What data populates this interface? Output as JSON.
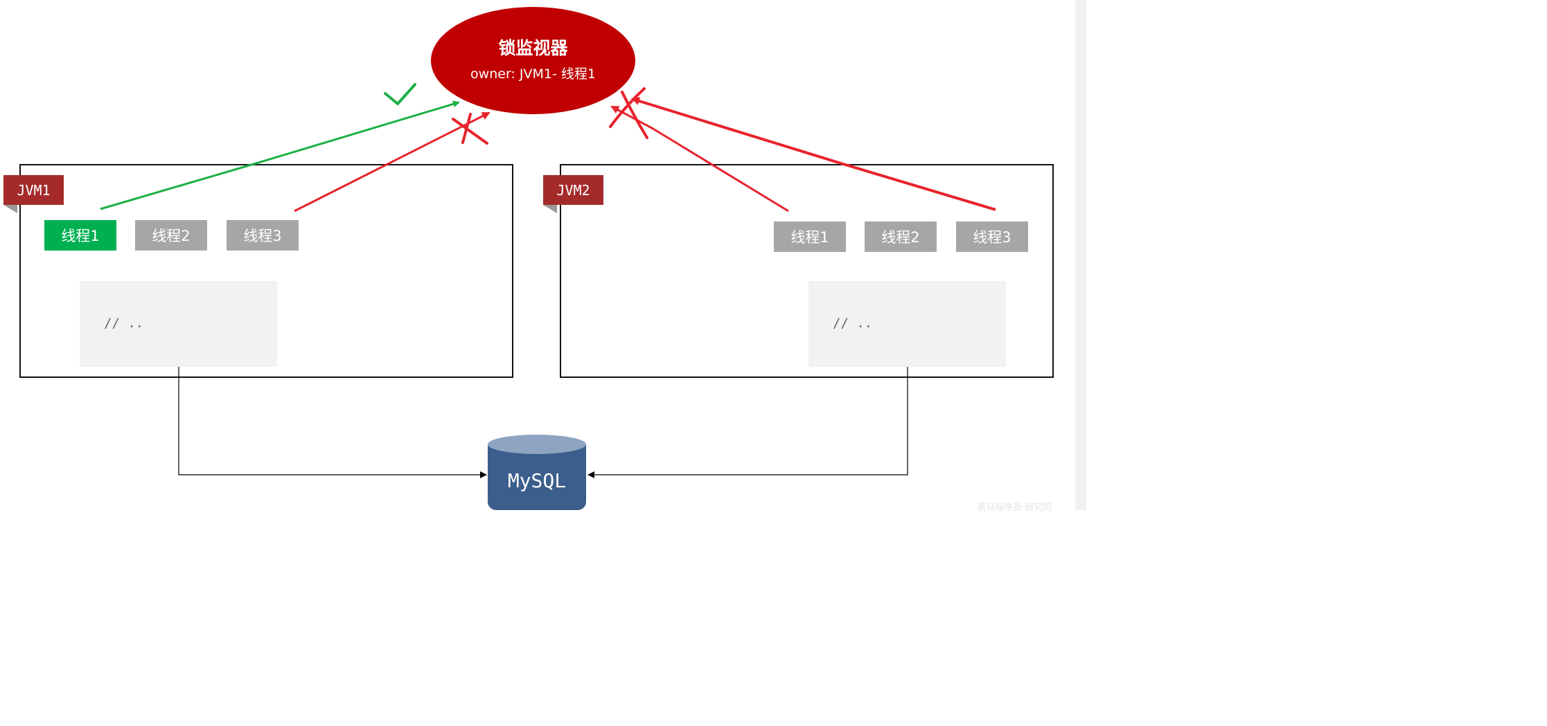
{
  "monitor": {
    "title": "锁监视器",
    "owner": "owner:  JVM1- 线程1"
  },
  "jvm1": {
    "label": "JVM1",
    "threads": [
      "线程1",
      "线程2",
      "线程3"
    ],
    "active_thread": "线程1",
    "code": "// .."
  },
  "jvm2": {
    "label": "JVM2",
    "threads": [
      "线程1",
      "线程2",
      "线程3"
    ],
    "code": "// .."
  },
  "database": {
    "label": "MySQL"
  },
  "watermark": "黑马程序员·研究院",
  "colors": {
    "monitor": "#c00000",
    "jvm_label": "#a52a2a",
    "active_thread": "#00b050",
    "idle_thread": "#a6a6a6",
    "success_arrow": "#1db045",
    "blocked_arrow": "#e8222b",
    "database": "#3b5e8c"
  },
  "connections": [
    {
      "from": "jvm1.线程1",
      "to": "monitor",
      "status": "acquired",
      "mark": "check"
    },
    {
      "from": "jvm1.线程3",
      "to": "monitor",
      "status": "blocked",
      "mark": "cross"
    },
    {
      "from": "jvm2.线程1",
      "to": "monitor",
      "status": "blocked",
      "mark": "cross"
    },
    {
      "from": "jvm2.线程3",
      "to": "monitor",
      "status": "blocked",
      "mark": "cross"
    },
    {
      "from": "jvm1.code",
      "to": "database",
      "status": "access"
    },
    {
      "from": "jvm2.code",
      "to": "database",
      "status": "access"
    }
  ]
}
